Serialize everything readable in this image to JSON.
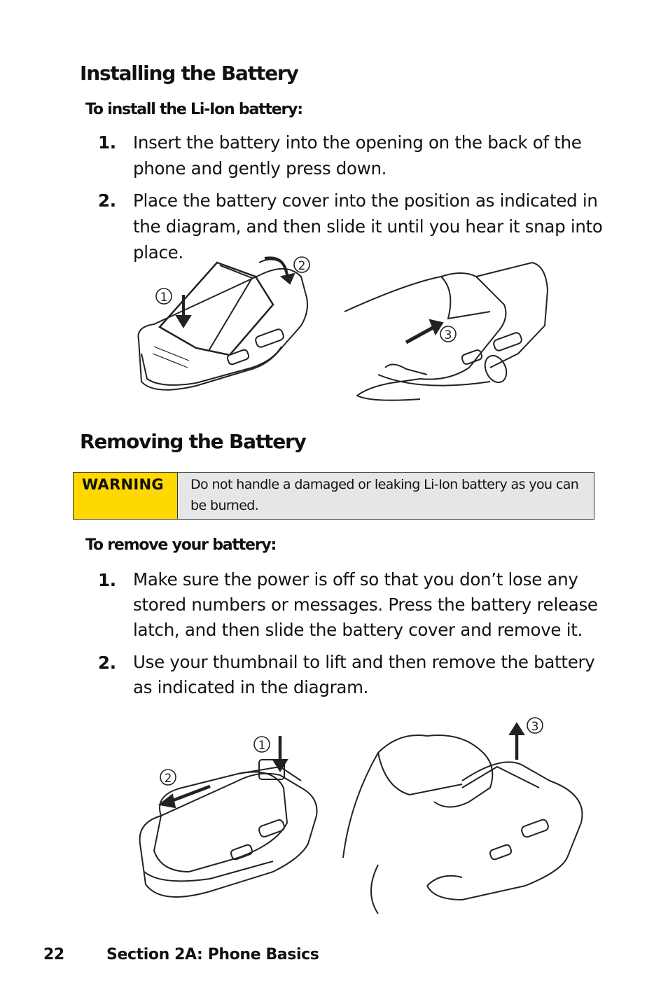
{
  "install": {
    "title": "Installing the Battery",
    "subtitle": "To install the Li-Ion battery:",
    "steps": [
      {
        "num": "1.",
        "text": "Insert the battery into the opening on the back of the phone and gently press down."
      },
      {
        "num": "2.",
        "text": "Place the battery cover into the position as indicated in the diagram, and then slide it until you hear it snap into place."
      }
    ],
    "callouts": [
      "1",
      "2",
      "3"
    ]
  },
  "remove": {
    "title": "Removing the Battery",
    "warning": {
      "label": "WARNING",
      "text": "Do not handle a damaged or leaking Li-Ion battery as you can be burned."
    },
    "subtitle": "To remove your battery:",
    "steps": [
      {
        "num": "1.",
        "text": "Make sure the power is off so that you don’t lose any stored numbers or messages. Press the battery release latch, and then slide the battery cover and remove it."
      },
      {
        "num": "2.",
        "text": "Use your thumbnail to lift and then remove the battery as indicated in the diagram."
      }
    ],
    "callouts": [
      "1",
      "2",
      "3"
    ]
  },
  "footer": {
    "page_number": "22",
    "section": "Section 2A: Phone Basics"
  }
}
